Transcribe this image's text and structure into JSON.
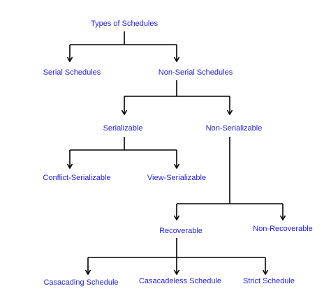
{
  "diagram": {
    "text_color": "#1f1fd6",
    "line_color": "#000000",
    "nodes": {
      "root": "Types of Schedules",
      "serial": "Serial Schedules",
      "non_serial": "Non-Serial Schedules",
      "serializable": "Serializable",
      "non_serializable": "Non-Serializable",
      "conflict_serializable": "Conflict-Serializable",
      "view_serializable": "View-Serializable",
      "recoverable": "Recoverable",
      "non_recoverable": "Non-Recoverable",
      "cascading": "Casacading Schedule",
      "cascadeless": "Casacadeless Schedule",
      "strict": "Strict Schedule"
    }
  }
}
